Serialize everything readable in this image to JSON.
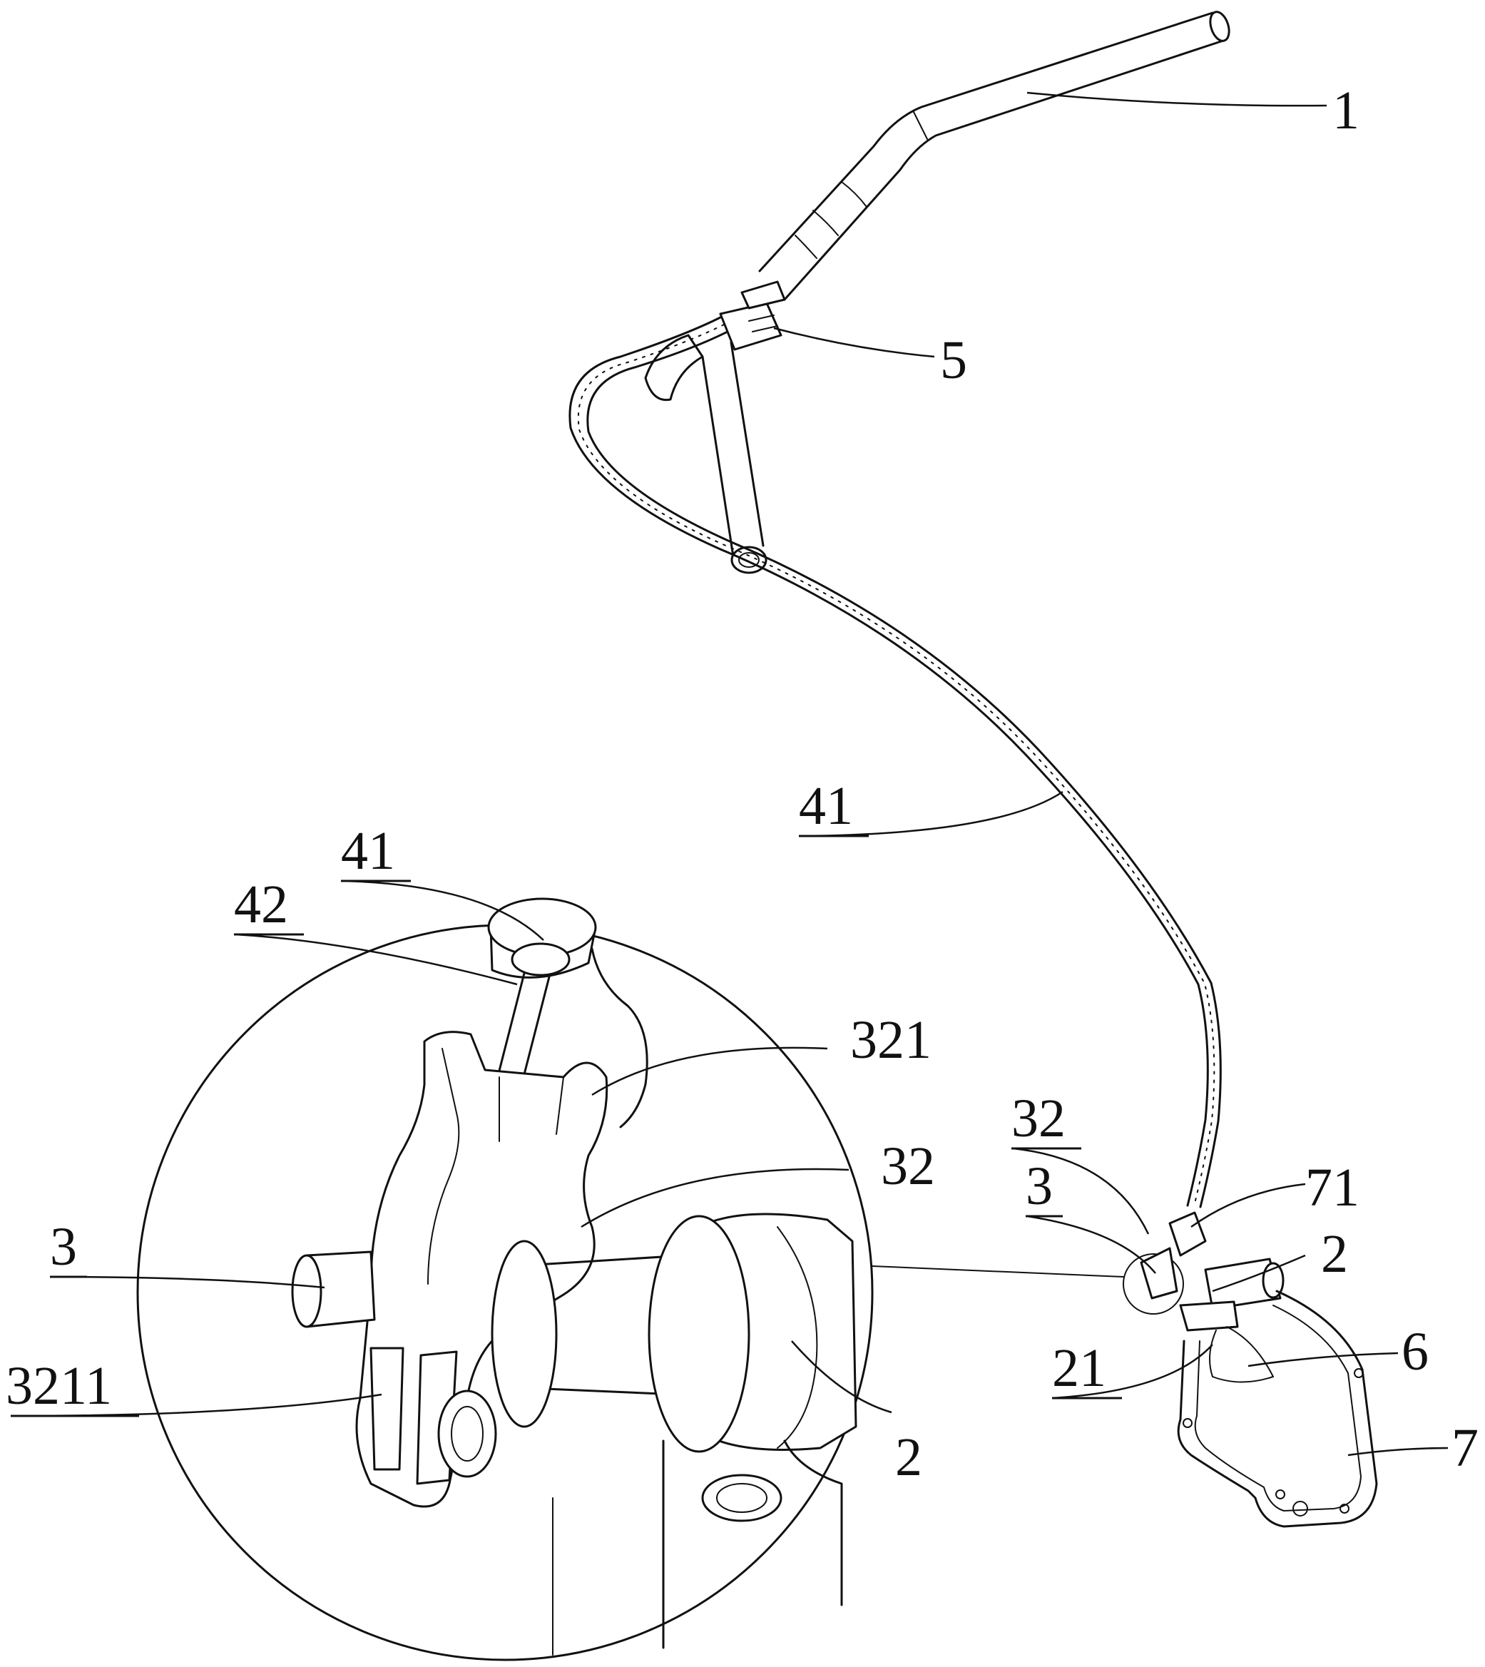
{
  "labels": {
    "l1": "1",
    "l5": "5",
    "l41_main": "41",
    "l41_detail": "41",
    "l42": "42",
    "l321": "321",
    "l32_detail": "32",
    "l3_detail": "3",
    "l3211": "3211",
    "l2_detail": "2",
    "l32_small": "32",
    "l3_small": "3",
    "l71": "71",
    "l2_small": "2",
    "l21": "21",
    "l6": "6",
    "l7": "7"
  }
}
